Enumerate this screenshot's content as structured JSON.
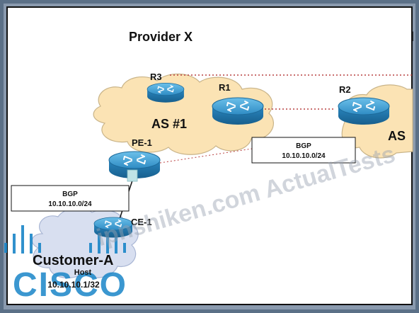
{
  "diagram": {
    "provider_title": "Provider X",
    "as_left": "AS #1",
    "as_right": "AS",
    "routers": {
      "r3": "R3",
      "r1": "R1",
      "r2": "R2",
      "pe1": "PE-1",
      "ce1": "CE-1"
    },
    "bgp_box_right": {
      "title": "BGP",
      "prefix": "10.10.10.0/24"
    },
    "bgp_box_left": {
      "title": "BGP",
      "prefix": "10.10.10.0/24"
    },
    "customer": {
      "name": "Customer-A",
      "host_label": "Host",
      "host_ip": "10.10.10.1/32"
    },
    "logo_text": "CISCO",
    "watermark": "ipnshiken.com  ActualTests"
  },
  "colors": {
    "cloud_fill": "#fbe3b4",
    "cloud_stroke": "#c9b489",
    "customer_cloud": "#d8dff0",
    "router_top": "#4aa6d6",
    "router_body": "#1f76ad",
    "link_dotted": "#b94040",
    "frame_bg": "#5b7087",
    "logo": "#1a86c8"
  }
}
